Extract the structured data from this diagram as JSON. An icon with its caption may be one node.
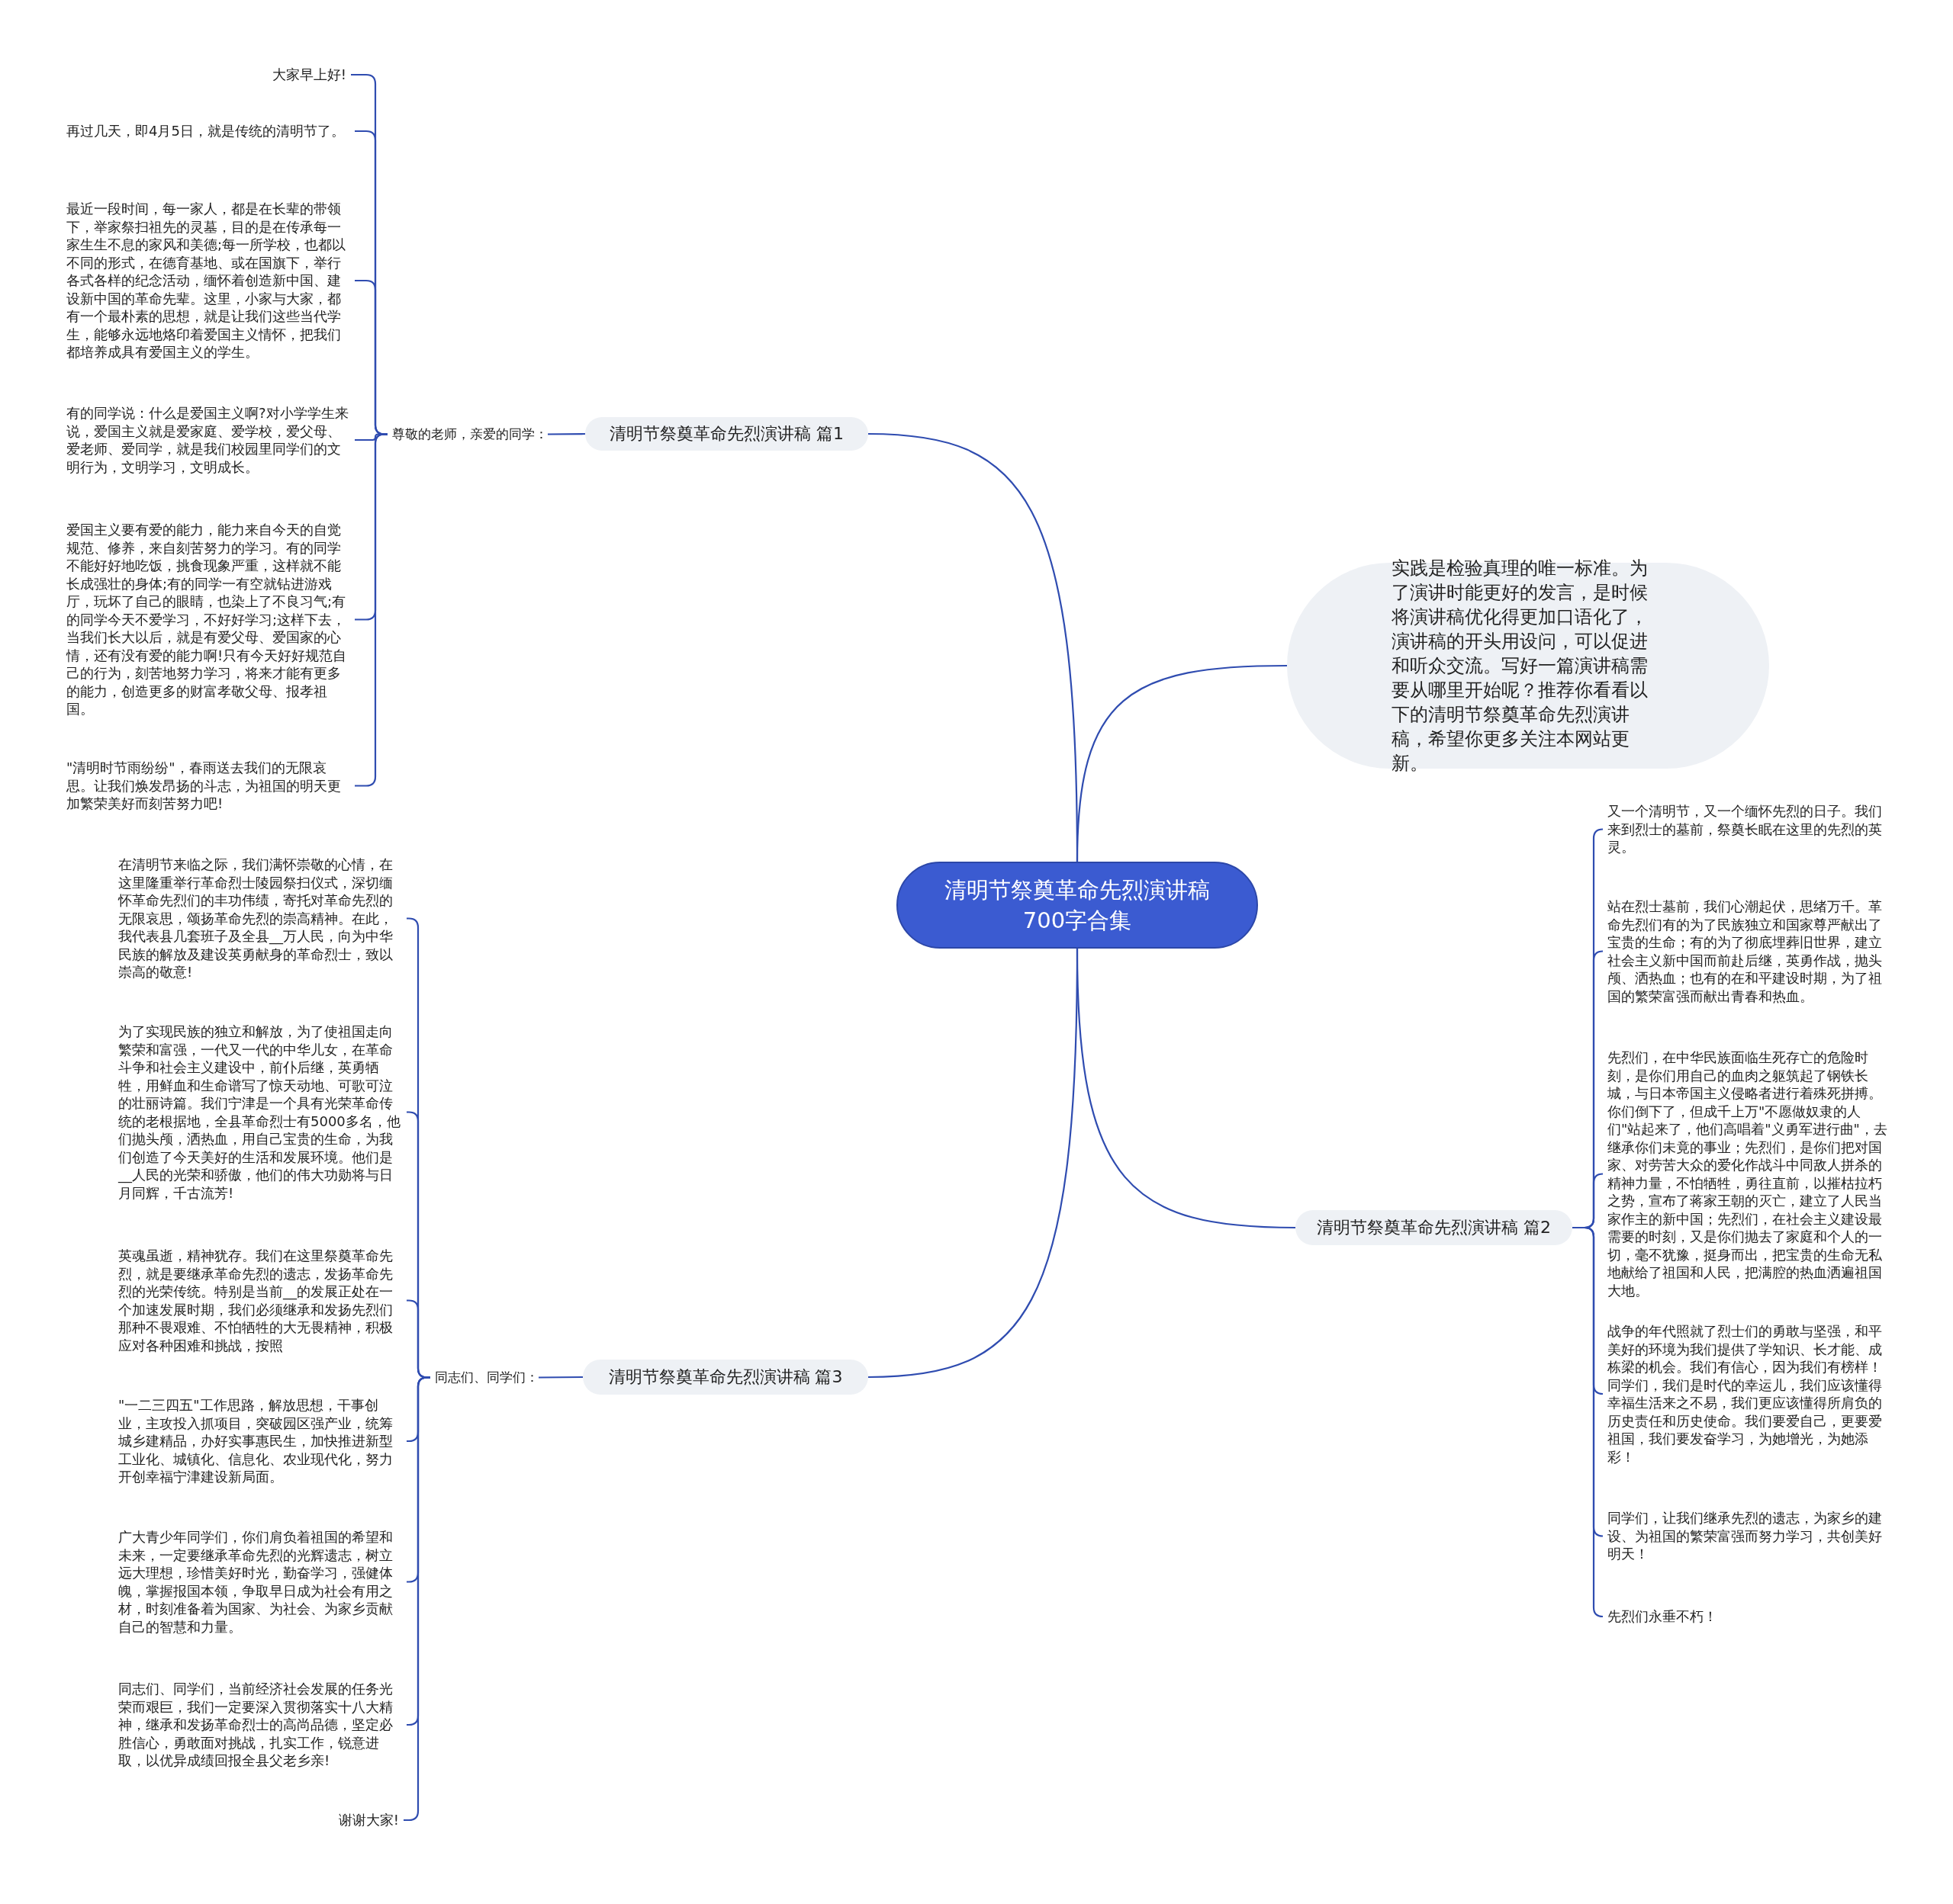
{
  "diagram": {
    "nodes": [
      {
        "text": [
          "清明节祭奠革命先烈演讲稿700字合集"
        ]
      },
      {
        "text": [
          "清明节祭奠革命先烈演讲稿 篇1"
        ]
      },
      {
        "text": [
          "尊敬的老师，亲爱的同学："
        ]
      },
      {
        "text": [
          "大家早上好!"
        ]
      },
      {
        "text": [
          "再过几天，即4月5日，就是传统的清明节了。"
        ]
      },
      {
        "text": [
          "最近一段时间，每一家人，都是在长辈的带领下，举家祭扫祖先的灵墓，目的是在传承每一家生生不息的家风和美德;每一所学校，也都以不同的形式，在德育基地、或在国旗下，举行各式各样的纪念活动，缅怀着创造新中国、建设新中国的革命先辈。这里，小家与大家，都有一个最朴素的思想，就是让我们这些当代学生，能够永远地烙印着爱国主义情怀，把我们都培养成具有爱国主义的学生。"
        ]
      },
      {
        "text": [
          "有的同学说：什么是爱国主义啊?对小学学生来说，爱国主义就是爱家庭、爱学校，爱父母、爱老师、爱同学，就是我们校园里同学们的文明行为，文明学习，文明成长。"
        ]
      },
      {
        "text": [
          "爱国主义要有爱的能力，能力来自今天的自觉规范、修养，来自刻苦努力的学习。有的同学不能好好地吃饭，挑食现象严重，这样就不能长成强壮的身体;有的同学一有空就钻进游戏厅，玩坏了自己的眼睛，也染上了不良习气;有的同学今天不爱学习，不好好学习;这样下去，当我们长大以后，就是有爱父母、爱国家的心情，还有没有爱的能力啊!只有今天好好规范自己的行为，刻苦地努力学习，将来才能有更多的能力，创造更多的财富孝敬父母、报孝祖国。"
        ]
      },
      {
        "text": [
          "\"清明时节雨纷纷\"，春雨送去我们的无限哀思。让我们焕发昂扬的斗志，为祖国的明天更加繁荣美好而刻苦努力吧!"
        ]
      },
      {
        "text": [
          "实践是检验真理的唯一标准。为了演讲时能更好的发言，是时候将演讲稿优化得更加口语化了，演讲稿的开头用设问，可以促进和听众交流。写好一篇演讲稿需要从哪里开始呢？推荐你看看以下的清明节祭奠革命先烈演讲稿，希望你更多关注本网站更新。"
        ]
      },
      {
        "text": [
          "清明节祭奠革命先烈演讲稿 篇2"
        ]
      },
      {
        "text": [
          "又一个清明节，又一个缅怀先烈的日子。我们来到烈士的墓前，祭奠长眠在这里的先烈的英灵。"
        ]
      },
      {
        "text": [
          "站在烈士墓前，我们心潮起伏，思绪万千。革命先烈们有的为了民族独立和国家尊严献出了宝贵的生命；有的为了彻底埋葬旧世界，建立社会主义新中国而前赴后继，英勇作战，抛头颅、洒热血；也有的在和平建设时期，为了祖国的繁荣富强而献出青春和热血。"
        ]
      },
      {
        "text": [
          "先烈们，在中华民族面临生死存亡的危险时刻，是你们用自己的血肉之躯筑起了钢铁长城，与日本帝国主义侵略者进行着殊死拼搏。你们倒下了，但成千上万\"不愿做奴隶的人们\"站起来了，他们高唱着\"义勇军进行曲\"，去继承你们未竟的事业；先烈们，是你们把对国家、对劳苦大众的爱化作战斗中同敌人拼杀的精神力量，不怕牺牲，勇往直前，以摧枯拉朽之势，宣布了蒋家王朝的灭亡，建立了人民当家作主的新中国；先烈们，在社会主义建设最需要的时刻，又是你们抛去了家庭和个人的一切，毫不犹豫，挺身而出，把宝贵的生命无私地献给了祖国和人民，把满腔的热血洒遍祖国大地。"
        ]
      },
      {
        "text": [
          "战争的年代照就了烈士们的勇敢与坚强，和平美好的环境为我们提供了学知识、长才能、成栋梁的机会。我们有信心，因为我们有榜样！同学们，我们是时代的幸运儿，我们应该懂得幸福生活来之不易，我们更应该懂得所肩负的历史责任和历史使命。我们要爱自己，更要爱祖国，我们要发奋学习，为她增光，为她添彩！"
        ]
      },
      {
        "text": [
          "同学们，让我们继承先烈的遗志，为家乡的建设、为祖国的繁荣富强而努力学习，共创美好明天！"
        ]
      },
      {
        "text": [
          "先烈们永垂不朽！"
        ]
      },
      {
        "text": [
          "清明节祭奠革命先烈演讲稿 篇3"
        ]
      },
      {
        "text": [
          "同志们、同学们："
        ]
      },
      {
        "text": [
          "在清明节来临之际，我们满怀崇敬的心情，在这里隆重举行革命烈士陵园祭扫仪式，深切缅怀革命先烈们的丰功伟绩，寄托对革命先烈的无限哀思，颂扬革命先烈的崇高精神。在此，我代表县几套班子及全县__万人民，向为中华民族的解放及建设英勇献身的革命烈士，致以崇高的敬意!"
        ]
      },
      {
        "text": [
          "为了实现民族的独立和解放，为了使祖国走向繁荣和富强，一代又一代的中华儿女，在革命斗争和社会主义建设中，前仆后继，英勇牺牲，用鲜血和生命谱写了惊天动地、可歌可泣的壮丽诗篇。我们宁津是一个具有光荣革命传统的老根据地，全县革命烈士有5000多名，他们抛头颅，洒热血，用自己宝贵的生命，为我们创造了今天美好的生活和发展环境。他们是__人民的光荣和骄傲，他们的伟大功勋将与日月同辉，千古流芳!"
        ]
      },
      {
        "text": [
          "英魂虽逝，精神犹存。我们在这里祭奠革命先烈，就是要继承革命先烈的遗志，发扬革命先烈的光荣传统。特别是当前__的发展正处在一个加速发展时期，我们必须继承和发扬先烈们那种不畏艰难、不怕牺牲的大无畏精神，积极应对各种困难和挑战，按照"
        ]
      },
      {
        "text": [
          "\"一二三四五\"工作思路，解放思想，干事创业，主攻投入抓项目，突破园区强产业，统筹城乡建精品，办好实事惠民生，加快推进新型工业化、城镇化、信息化、农业现代化，努力开创幸福宁津建设新局面。"
        ]
      },
      {
        "text": [
          "广大青少年同学们，你们肩负着祖国的希望和未来，一定要继承革命先烈的光辉遗志，树立远大理想，珍惜美好时光，勤奋学习，强健体魄，掌握报国本领，争取早日成为社会有用之材，时刻准备着为国家、为社会、为家乡贡献自己的智慧和力量。"
        ]
      },
      {
        "text": [
          "同志们、同学们，当前经济社会发展的任务光荣而艰巨，我们一定要深入贯彻落实十八大精神，继承和发扬革命烈士的高尚品德，坚定必胜信心，勇敢面对挑战，扎实工作，锐意进取，以优异成绩回报全县父老乡亲!"
        ]
      },
      {
        "text": [
          "谢谢大家!"
        ]
      }
    ],
    "edges": [
      {
        "from": 0,
        "to": 1,
        "arrow": "none"
      },
      {
        "from": 0,
        "to": 9,
        "arrow": "none"
      },
      {
        "from": 0,
        "to": 10,
        "arrow": "none"
      },
      {
        "from": 0,
        "to": 17,
        "arrow": "none"
      },
      {
        "from": 1,
        "to": 2,
        "arrow": "none"
      },
      {
        "from": 2,
        "to": 3,
        "arrow": "none"
      },
      {
        "from": 2,
        "to": 4,
        "arrow": "none"
      },
      {
        "from": 2,
        "to": 5,
        "arrow": "none"
      },
      {
        "from": 2,
        "to": 6,
        "arrow": "none"
      },
      {
        "from": 2,
        "to": 7,
        "arrow": "none"
      },
      {
        "from": 2,
        "to": 8,
        "arrow": "none"
      },
      {
        "from": 10,
        "to": 11,
        "arrow": "none"
      },
      {
        "from": 10,
        "to": 12,
        "arrow": "none"
      },
      {
        "from": 10,
        "to": 13,
        "arrow": "none"
      },
      {
        "from": 10,
        "to": 14,
        "arrow": "none"
      },
      {
        "from": 10,
        "to": 15,
        "arrow": "none"
      },
      {
        "from": 10,
        "to": 16,
        "arrow": "none"
      },
      {
        "from": 17,
        "to": 18,
        "arrow": "none"
      },
      {
        "from": 18,
        "to": 19,
        "arrow": "none"
      },
      {
        "from": 18,
        "to": 20,
        "arrow": "none"
      },
      {
        "from": 18,
        "to": 21,
        "arrow": "none"
      },
      {
        "from": 18,
        "to": 22,
        "arrow": "none"
      },
      {
        "from": 18,
        "to": 23,
        "arrow": "none"
      },
      {
        "from": 18,
        "to": 24,
        "arrow": "none"
      },
      {
        "from": 18,
        "to": 25,
        "arrow": "none"
      }
    ]
  }
}
